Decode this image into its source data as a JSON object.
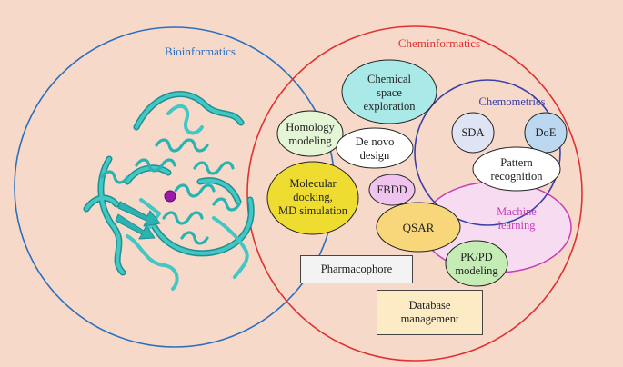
{
  "regions": {
    "bioinformatics": {
      "label": "Bioinformatics",
      "color": "#2b6fbf"
    },
    "cheminformatics": {
      "label": "Cheminformatics",
      "color": "#e03131"
    },
    "chemometrics": {
      "label": "Chemometrics",
      "color": "#3b3fa8"
    },
    "machine_learning": {
      "label": "Machine learning",
      "lines": [
        "Machine",
        "learning"
      ],
      "color": "#c63fb8",
      "fill": "#f7dbf0"
    }
  },
  "nodes": {
    "chemical_space": {
      "lines": [
        "Chemical",
        "space",
        "exploration"
      ],
      "fill": "#a9e9e7"
    },
    "homology": {
      "lines": [
        "Homology",
        "modeling"
      ],
      "fill": "#e4f6d6"
    },
    "de_novo": {
      "lines": [
        "De novo",
        "design"
      ],
      "fill": "#ffffff"
    },
    "docking": {
      "lines": [
        "Molecular",
        "docking,",
        "MD simulation"
      ],
      "fill": "#eedd30"
    },
    "fbdd": {
      "lines": [
        "FBDD"
      ],
      "fill": "#f0c4ee"
    },
    "sda": {
      "lines": [
        "SDA"
      ],
      "fill": "#dfe4f5"
    },
    "doe": {
      "lines": [
        "DoE"
      ],
      "fill": "#bcd8f1"
    },
    "pattern": {
      "lines": [
        "Pattern",
        "recognition"
      ],
      "fill": "#ffffff"
    },
    "qsar": {
      "lines": [
        "QSAR"
      ],
      "fill": "#f7d77a"
    },
    "pkpd": {
      "lines": [
        "PK/PD",
        "modeling"
      ],
      "fill": "#c5ecb5"
    }
  },
  "boxes": {
    "pharmacophore": "Pharmacophore",
    "database": [
      "Database",
      "management"
    ]
  }
}
